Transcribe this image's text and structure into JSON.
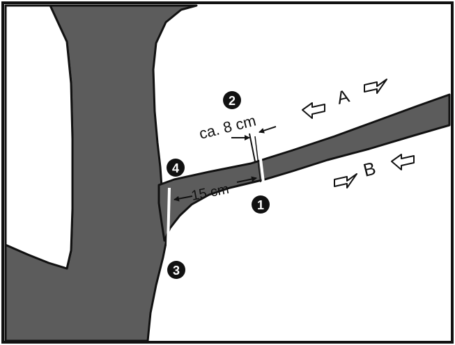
{
  "markers": {
    "m1": "1",
    "m2": "2",
    "m3": "3",
    "m4": "4"
  },
  "measurements": {
    "width_label": "ca. 8 cm",
    "distance_label": "15 cm"
  },
  "directions": {
    "a_label": "A",
    "b_label": "B"
  },
  "colors": {
    "wood": "#5c5c5c",
    "outline": "#111111",
    "background": "#ffffff"
  }
}
